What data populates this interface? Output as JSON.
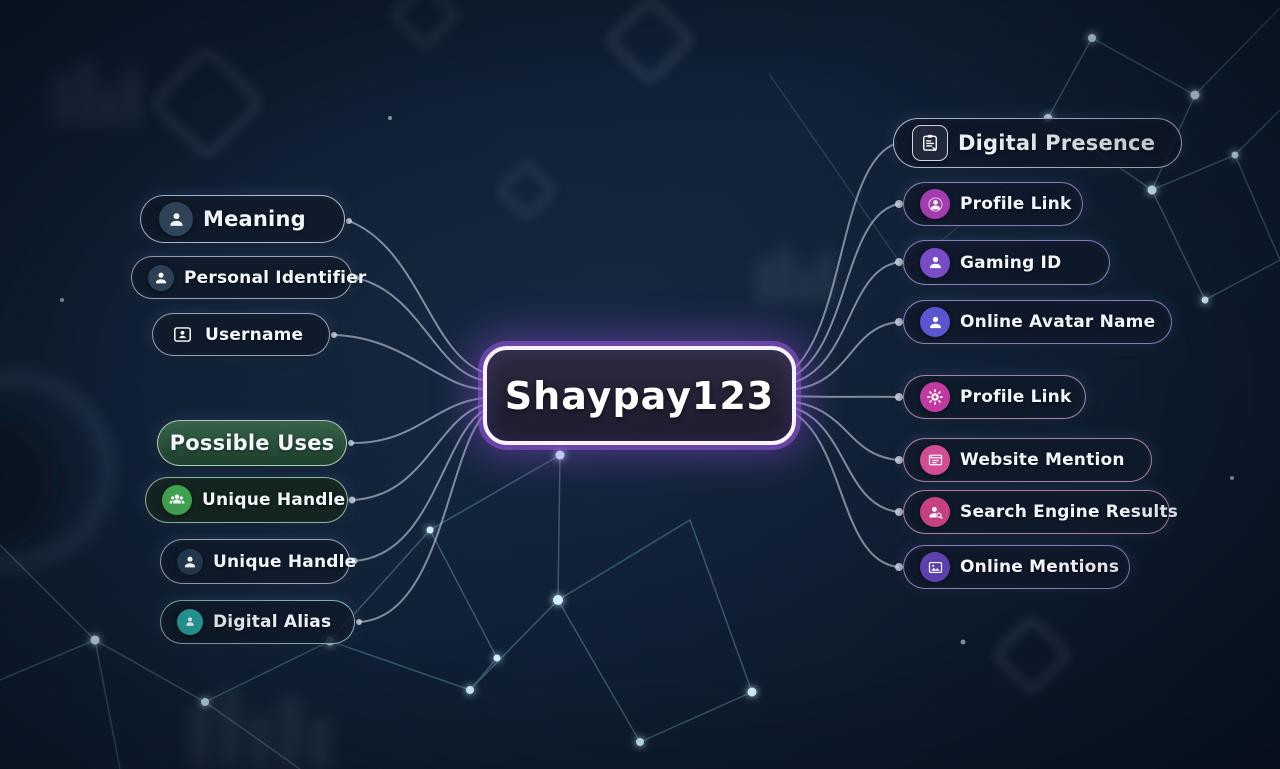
{
  "center": {
    "label": "Shaypay123"
  },
  "left_nodes": [
    {
      "label": "Meaning",
      "icon": "person-icon",
      "icon_color": "#33465c",
      "variant": "header-dark"
    },
    {
      "label": "Personal Identifier",
      "icon": "person-icon",
      "icon_color": "#2e4156"
    },
    {
      "label": "Username",
      "icon": "id-badge-icon",
      "icon_color": "none"
    },
    {
      "label": "Possible Uses",
      "icon": "none",
      "variant": "header-green"
    },
    {
      "label": "Unique Handle",
      "icon": "group-icon",
      "icon_color": "#3fa04e"
    },
    {
      "label": "Unique Handle",
      "icon": "person-icon",
      "icon_color": "#24384d"
    },
    {
      "label": "Digital Alias",
      "icon": "person-pin-icon",
      "icon_color": "#27a49e"
    }
  ],
  "right_nodes": [
    {
      "label": "Digital Presence",
      "icon": "clipboard-arrow-icon",
      "icon_color": "none",
      "variant": "header"
    },
    {
      "label": "Profile Link",
      "icon": "profile-icon",
      "icon_color": "#a23caf"
    },
    {
      "label": "Gaming ID",
      "icon": "person-icon",
      "icon_color": "#7a4bc9"
    },
    {
      "label": "Online Avatar Name",
      "icon": "person-icon",
      "icon_color": "#5956cf"
    },
    {
      "label": "Profile Link",
      "icon": "gear-icon",
      "icon_color": "#c13a9f"
    },
    {
      "label": "Website Mention",
      "icon": "browser-icon",
      "icon_color": "#d44b96"
    },
    {
      "label": "Search Engine Results",
      "icon": "person-search-icon",
      "icon_color": "#c6417f"
    },
    {
      "label": "Online Mentions",
      "icon": "image-icon",
      "icon_color": "#5d3fae"
    }
  ],
  "colors": {
    "background": "#0d1a2c",
    "center_glow": "#9a5ce0",
    "connector": "#d8dde8",
    "network": "#8fd9ec",
    "green_header": "#38664a"
  }
}
